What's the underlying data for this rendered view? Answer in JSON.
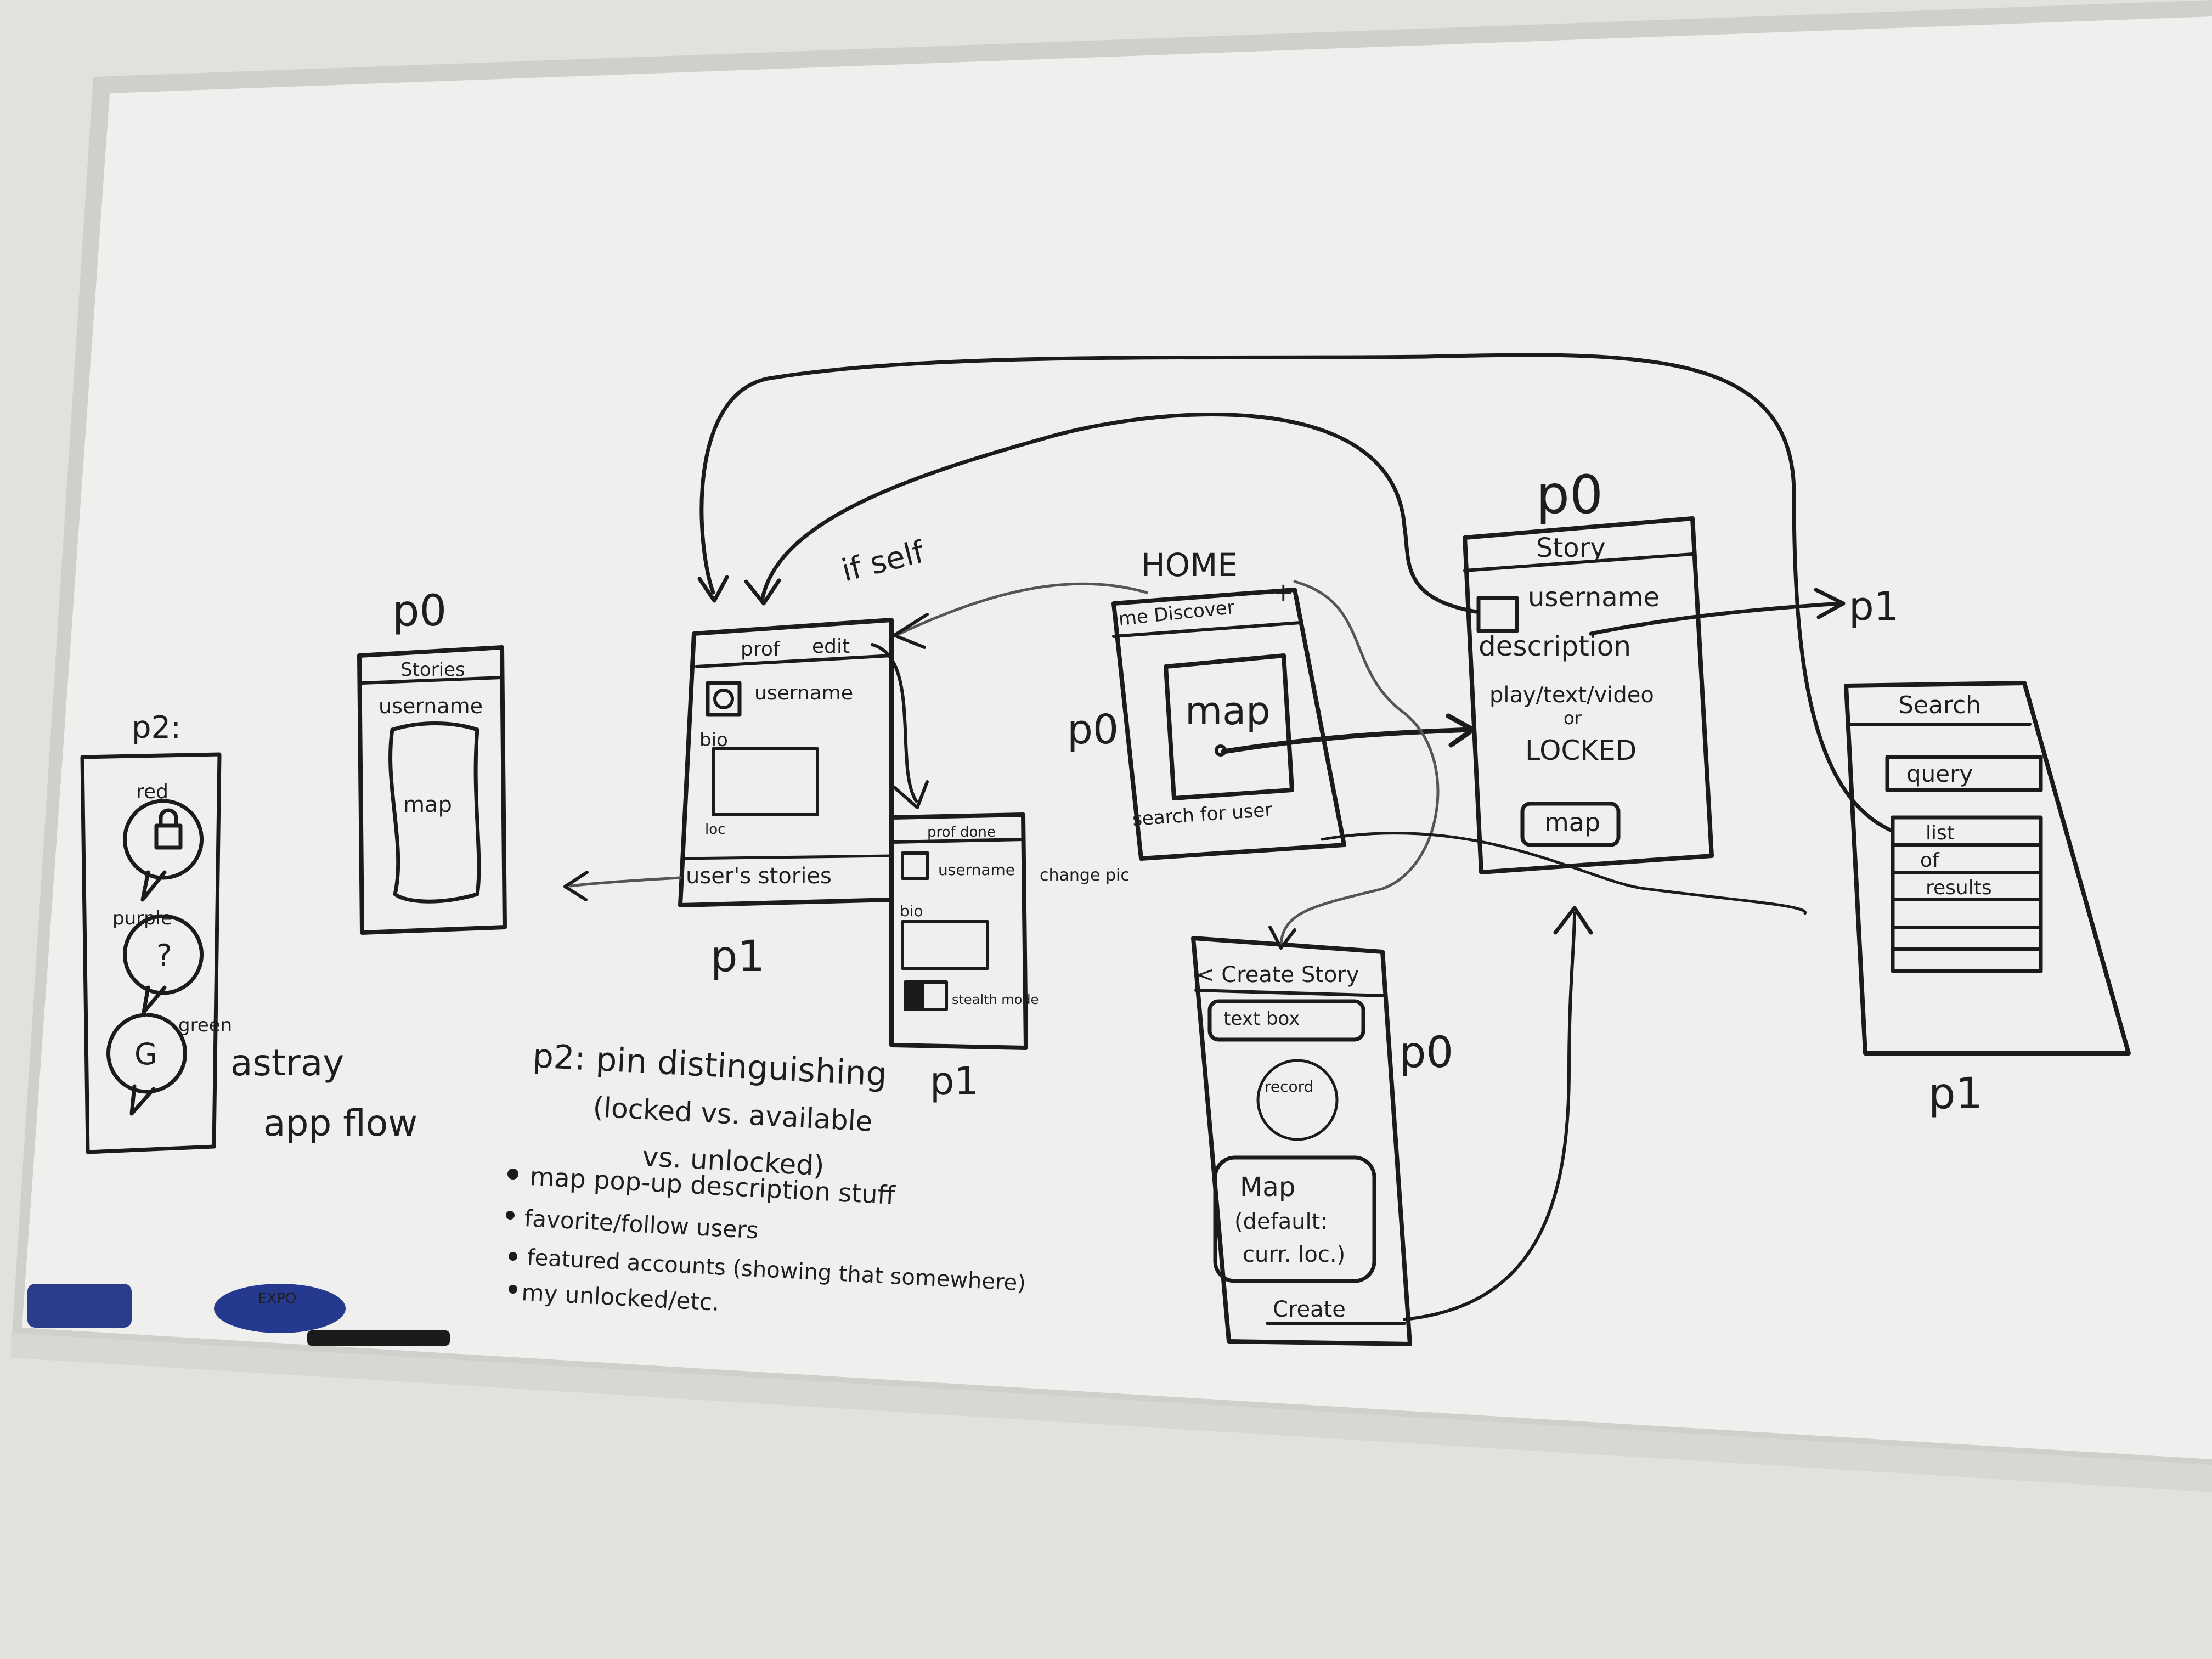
{
  "colors": {
    "ink": "#1b1b1b",
    "board": "#eeeeec",
    "wall": "#e7e5e1",
    "frame": "#c9c9c6",
    "marker_blue": "#2a3f8f"
  },
  "board": {
    "legend": {
      "header": "p2:",
      "pins": [
        {
          "color": "red",
          "icon": "lock-icon"
        },
        {
          "color": "purple",
          "glyph": "?"
        },
        {
          "color": "green",
          "glyph": "G"
        }
      ]
    },
    "title": {
      "line1": "astray",
      "line2": "app flow"
    },
    "stories_screen": {
      "page": "p0",
      "header": "Stories",
      "username": "username",
      "map": "map"
    },
    "profile_screen": {
      "page": "p1",
      "if_note": "if self",
      "header": "prof",
      "edit": "edit",
      "username": "username",
      "bio": "bio",
      "loc": "loc",
      "stories": "user's stories"
    },
    "prof_done_screen": {
      "page": "p1",
      "header": "prof done",
      "username": "username",
      "bio": "bio",
      "change_pic": "change pic",
      "stealth_mode": "stealth mode"
    },
    "home_screen": {
      "page": "p0",
      "title": "HOME",
      "tabs": "me Discover",
      "plus": "+",
      "map": "map",
      "search": "search for user"
    },
    "story_screen": {
      "page": "p0",
      "header": "Story",
      "username": "username",
      "description": "description",
      "play": "play/text/video",
      "or": "or",
      "locked": "LOCKED",
      "map_button": "map"
    },
    "p1_arrow_label": "p1",
    "search_screen": {
      "page": "p1",
      "header": "Search",
      "query": "query",
      "results": [
        "list",
        "of",
        "results"
      ]
    },
    "create_story_screen": {
      "page": "p0",
      "header": "< Create Story",
      "text_box": "text box",
      "record": "record",
      "map_lines": [
        "Map",
        "(default:",
        "curr. loc.)"
      ],
      "create": "Create"
    },
    "notes": {
      "heading": "p2: pin distinguishing",
      "sub1": "(locked vs. available",
      "sub2": "vs. unlocked)",
      "bullets": [
        "map pop-up description stuff",
        "favorite/follow users",
        "featured accounts (showing that somewhere)",
        "my unlocked/etc."
      ]
    },
    "marker_brand": "EXPO"
  }
}
